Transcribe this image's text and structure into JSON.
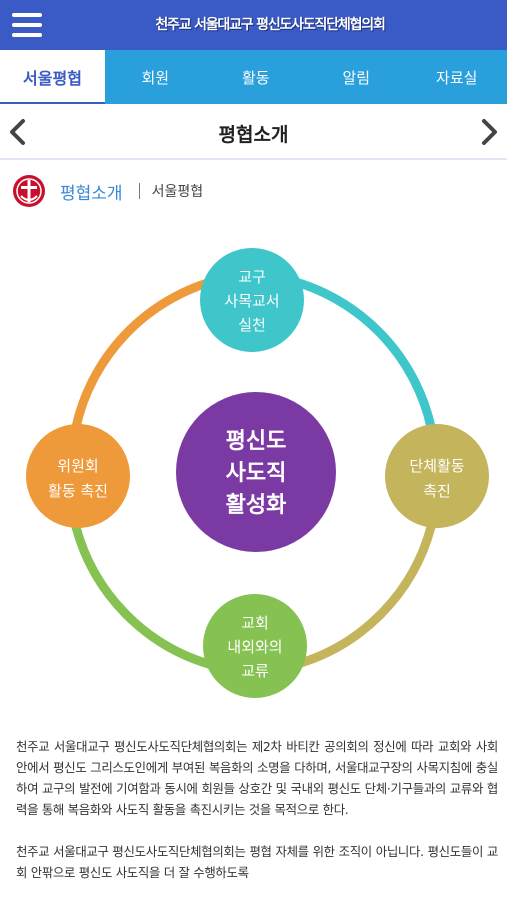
{
  "header": {
    "title": "천주교 서울대교구 평신도사도직단체협의회",
    "menu_icon": "hamburger-menu-icon",
    "background": "#3a5bc5"
  },
  "tabs": [
    {
      "label": "서울평협",
      "active": true
    },
    {
      "label": "회원",
      "active": false
    },
    {
      "label": "활동",
      "active": false
    },
    {
      "label": "알림",
      "active": false
    },
    {
      "label": "자료실",
      "active": false
    }
  ],
  "subheader": {
    "title": "평협소개",
    "prev_icon": "chevron-left-icon",
    "next_icon": "chevron-right-icon"
  },
  "section": {
    "title": "평협소개",
    "breadcrumb": "서울평협",
    "logo_icon": "catholic-emblem-icon"
  },
  "diagram": {
    "center": {
      "lines": [
        "평신도",
        "사도직",
        "활성화"
      ],
      "color": "#7b3aa3"
    },
    "nodes": [
      {
        "position": "top",
        "lines": [
          "교구",
          "사목교서",
          "실천"
        ],
        "color": "#3fc6cb"
      },
      {
        "position": "right",
        "lines": [
          "단체활동",
          "촉진"
        ],
        "color": "#c4b45c"
      },
      {
        "position": "bottom",
        "lines": [
          "교회",
          "내외와의",
          "교류"
        ],
        "color": "#86c251"
      },
      {
        "position": "left",
        "lines": [
          "위원회",
          "활동 촉진"
        ],
        "color": "#ef9a3a"
      }
    ]
  },
  "body": {
    "paragraphs": [
      "천주교 서울대교구 평신도사도직단체협의회는 제2차 바티칸 공의회의 정신에 따라 교회와 사회 안에서 평신도 그리스도인에게 부여된 복음화의 소명을 다하며, 서울대교구장의 사목지침에 충실하여 교구의 발전에 기여함과 동시에 회원들 상호간 및 국내외 평신도 단체·기구들과의 교류와 협력을 통해 복음화와 사도직 활동을 촉진시키는 것을 목적으로 한다.",
      "천주교 서울대교구 평신도사도직단체협의회는 평협 자체를 위한 조직이 아닙니다. 평신도들이 교회 안팎으로 평신도 사도직을 더 잘 수행하도록"
    ]
  }
}
